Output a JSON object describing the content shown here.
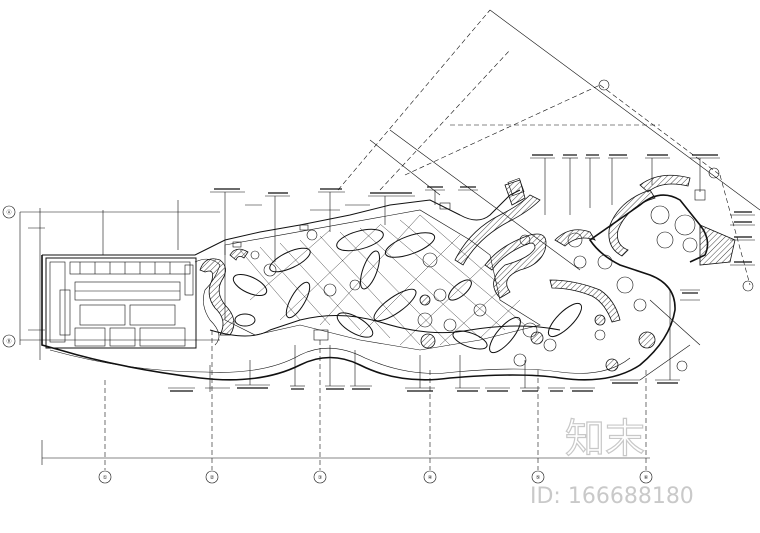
{
  "watermark": {
    "brand": "知末",
    "id_text": "ID: 166688180"
  },
  "colors": {
    "ink": "#111111",
    "watermark": "#c8c8c8",
    "background": "#ffffff"
  },
  "drawing": {
    "type": "landscape-plan-cad",
    "bottom_axes": [
      "①",
      "②",
      "③",
      "④",
      "⑤",
      "⑥"
    ],
    "left_axes": [
      "Ⓐ",
      "Ⓑ"
    ]
  }
}
